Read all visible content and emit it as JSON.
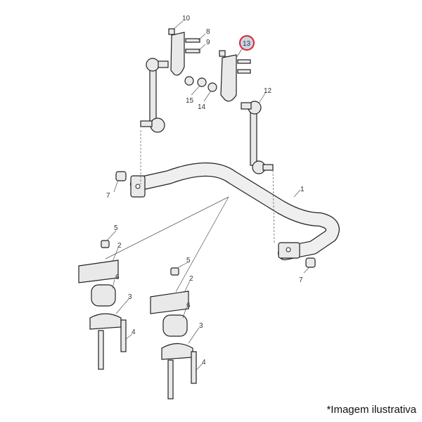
{
  "diagram": {
    "callouts": [
      {
        "id": "10",
        "text": "10"
      },
      {
        "id": "8",
        "text": "8"
      },
      {
        "id": "9",
        "text": "9"
      },
      {
        "id": "13",
        "text": "13",
        "highlighted": true
      },
      {
        "id": "12",
        "text": "12"
      },
      {
        "id": "15",
        "text": "15"
      },
      {
        "id": "14",
        "text": "14"
      },
      {
        "id": "7a",
        "text": "7"
      },
      {
        "id": "1",
        "text": "1"
      },
      {
        "id": "5a",
        "text": "5"
      },
      {
        "id": "2a",
        "text": "2"
      },
      {
        "id": "6a",
        "text": "6"
      },
      {
        "id": "3a",
        "text": "3"
      },
      {
        "id": "4a",
        "text": "4"
      },
      {
        "id": "5b",
        "text": "5"
      },
      {
        "id": "2b",
        "text": "2"
      },
      {
        "id": "6b",
        "text": "6"
      },
      {
        "id": "3b",
        "text": "3"
      },
      {
        "id": "4b",
        "text": "4"
      },
      {
        "id": "7b",
        "text": "7"
      }
    ],
    "highlight_fill": "#c9d6e6",
    "highlight_stroke": "#d9262c"
  },
  "caption": "*Imagem ilustrativa"
}
